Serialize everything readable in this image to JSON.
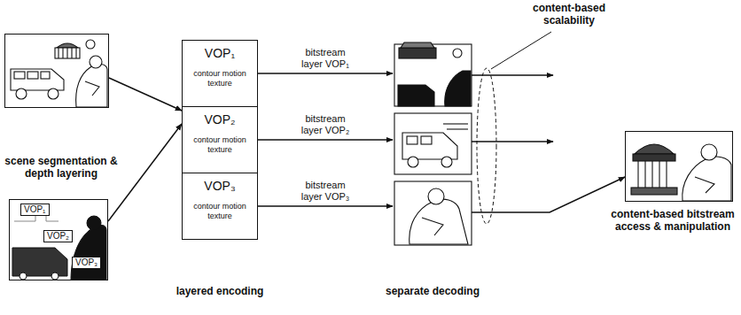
{
  "diagram": {
    "nodes": [
      {
        "text": [
          "scene segmentation & depth layering"
        ]
      },
      {
        "text": [
          "VOP₁",
          "VOP₂",
          "VOP₃"
        ]
      },
      {
        "text": [
          "layered encoding"
        ]
      },
      {
        "text": [
          "VOP₁",
          "contour motion texture"
        ],
        "in": 2
      },
      {
        "text": [
          "VOP₂",
          "contour motion texture"
        ],
        "in": 2
      },
      {
        "text": [
          "VOP₃",
          "contour motion texture"
        ],
        "in": 2
      },
      {
        "text": [
          "separate decoding"
        ]
      },
      {
        "text": [
          "content-based bitstream access & manipulation"
        ]
      }
    ],
    "edges": [
      {
        "from": 0,
        "to": 2,
        "arrow": "to"
      },
      {
        "from": 1,
        "to": 2,
        "arrow": "to"
      },
      {
        "from": 3,
        "to": 6,
        "label": "bitstream layer VOP₁",
        "arrow": "to"
      },
      {
        "from": 4,
        "to": 6,
        "label": "bitstream layer VOP₂",
        "arrow": "to"
      },
      {
        "from": 5,
        "to": 6,
        "label": "bitstream layer VOP₃",
        "arrow": "to"
      },
      {
        "from": 6,
        "to": 7,
        "arrow": "to"
      }
    ],
    "labels": [
      "content-based scalability"
    ]
  }
}
